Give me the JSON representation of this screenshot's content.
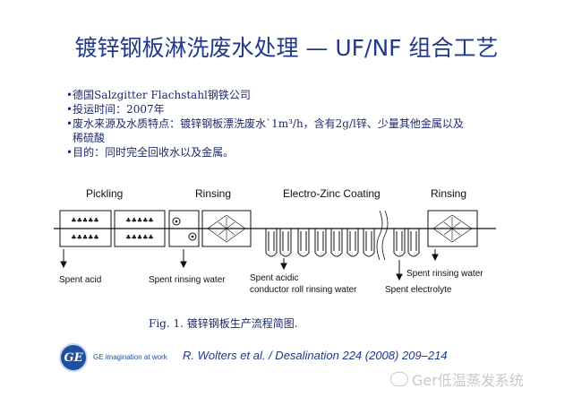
{
  "title": "镀锌钢板淋洗废水处理 — UF/NF 组合工艺",
  "bullets": [
    "•德国Salzgitter Flachstahl钢铁公司",
    "•投运时间：2007年",
    "•废水来源及水质特点：镀锌钢板漂洗废水`1m³/h，含有2g/l锌、少量其他金属以及",
    "稀硫酸",
    "•目的：同时完全回收水以及金属。"
  ],
  "diagram": {
    "stages": [
      "Pickling",
      "Rinsing",
      "Electro-Zinc Coating",
      "Rinsing"
    ],
    "outputs": {
      "spent_acid": "Spent acid",
      "spent_rinsing_water_1": "Spent rinsing water",
      "spent_acidic_line1": "Spent acidic",
      "spent_acidic_line2": "conductor roll rinsing water",
      "spent_rinsing_water_2": "Spent rinsing water",
      "spent_electrolyte": "Spent electrolyte"
    }
  },
  "caption": "Fig. 1. 镀锌钢板生产流程简图.",
  "logo": {
    "text": "GE",
    "tagline": "GE imagination at work"
  },
  "reference": "R. Wolters et al. / Desalination 224 (2008) 209–214",
  "watermark": "Ger低温蒸发系统",
  "colors": {
    "title": "#1f3a8a",
    "text": "#1f2a6b",
    "logo": "#1f4fa0",
    "watermark": "#c9c9c9"
  }
}
